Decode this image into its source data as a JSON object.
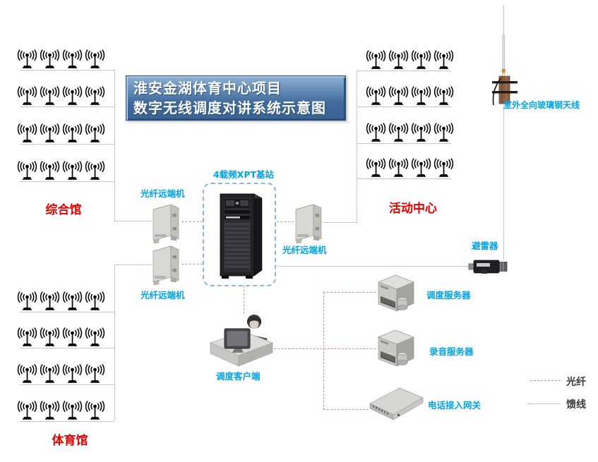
{
  "title": {
    "line1": "淮安金湖体育中心项目",
    "line2": "数字无线调度对讲系统示意图"
  },
  "antenna_groups": [
    {
      "label": "综合馆",
      "rows": 4,
      "cols": 4
    },
    {
      "label": "活动中心",
      "rows": 4,
      "cols": 4
    },
    {
      "label": "体育馆",
      "rows": 4,
      "cols": 4
    }
  ],
  "devices": {
    "base_station": "4载频XPT基站",
    "fiber_unit_top_left": "光纤远端机",
    "fiber_unit_bottom_left": "光纤远端机",
    "fiber_unit_right": "光纤远端机",
    "arrester": "避雷器",
    "outdoor_antenna": "室外全向玻璃钢天线",
    "dispatch_server": "调度服务器",
    "recording_server": "录音服务器",
    "phone_gateway": "电话接入网关",
    "dispatch_client": "调度客户端"
  },
  "legend": [
    {
      "label": "光纤",
      "style": "dashed"
    },
    {
      "label": "馈线",
      "style": "solid"
    }
  ],
  "colors": {
    "label_blue": "#00a2e8",
    "label_red": "#e60000",
    "feeder_line": "#b6c8da",
    "fiber_line": "#c9928f",
    "box_border": "#85b7e0",
    "legend_text": "#3a3a3a"
  }
}
